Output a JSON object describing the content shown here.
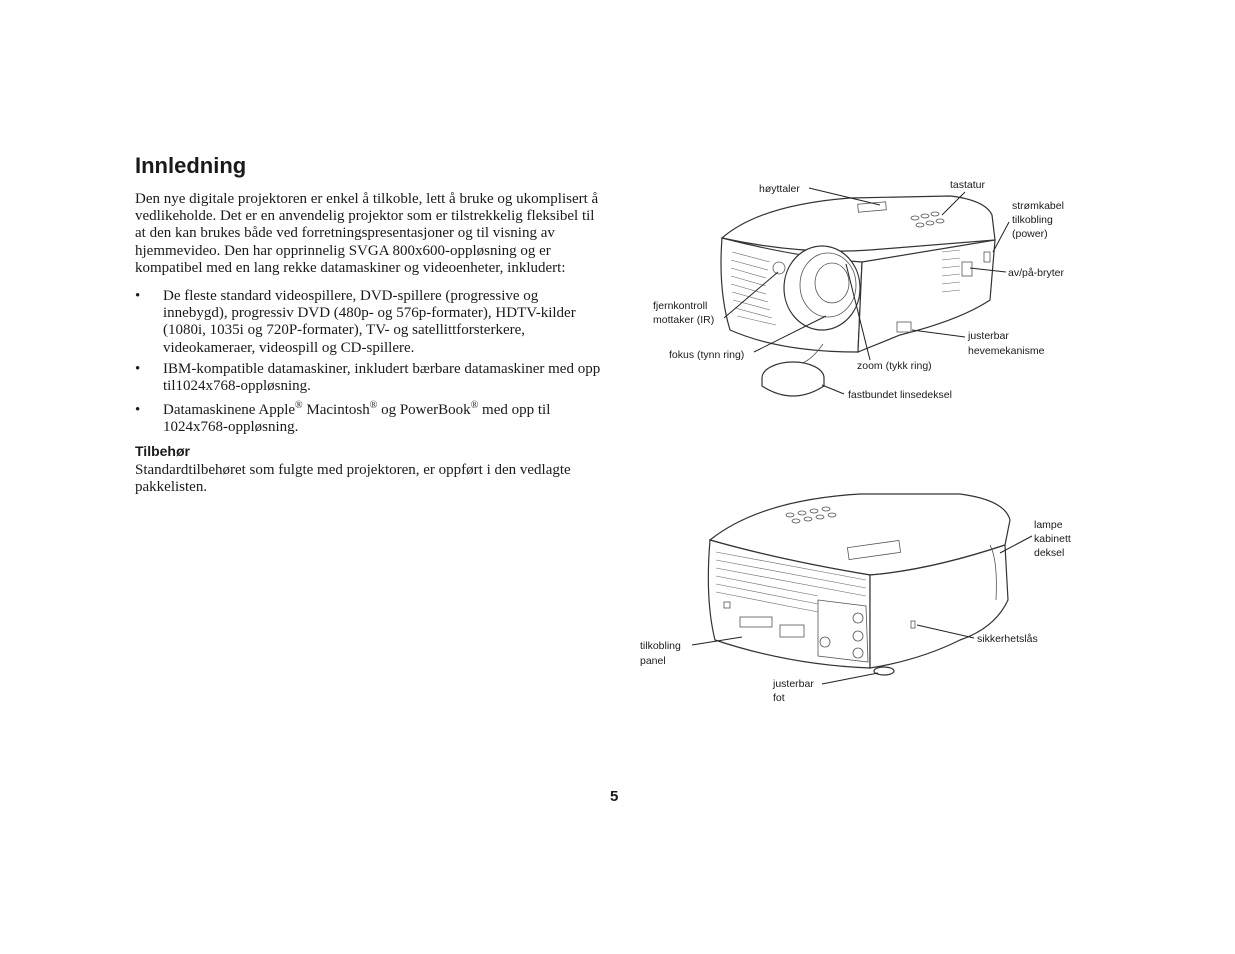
{
  "page": {
    "title": "Innledning",
    "intro": "Den nye digitale projektoren er enkel å tilkoble, lett å bruke og ukomplisert å vedlikeholde. Det er en anvendelig projektor som er tilstrekkelig fleksibel til at den kan brukes både ved forretningspresentasjoner og til visning av hjemmevideo. Den har opprinnelig SVGA 800x600-oppløsning og er kompatibel med en lang rekke datamaskiner og videoenheter, inkludert:",
    "bullet_char": "•",
    "bullets": [
      "De fleste standard videospillere, DVD-spillere (progressive og innebygd), progressiv DVD (480p- og 576p-formater), HDTV-kilder (1080i, 1035i og 720P-formater), TV- og satellittforsterkere, videokameraer, videospill og CD-spillere.",
      "IBM-kompatible datamaskiner, inkludert bærbare datamaskiner med opp til1024x768-oppløsning."
    ],
    "bullet3": {
      "part1": "Datamaskinene Apple",
      "reg": "®",
      "part2": " Macintosh",
      "part3": " og PowerBook",
      "part4": " med opp til 1024x768-oppløsning."
    },
    "subheading": "Tilbehør",
    "accessories_text": "Standardtilbehøret som fulgte med projektoren, er oppført i den vedlagte pakkelisten.",
    "page_number": "5"
  },
  "figure_front": {
    "labels": {
      "speaker": "høyttaler",
      "keypad": "tastatur",
      "power_cord_1": "strømkabel",
      "power_cord_2": "tilkobling",
      "power_cord_3": "(power)",
      "switch": "av/på-bryter",
      "remote_1": "fjernkontroll",
      "remote_2": "mottaker (IR)",
      "elevator_1": "justerbar",
      "elevator_2": "hevemekanisme",
      "focus": "fokus (tynn ring)",
      "zoom": "zoom (tykk ring)",
      "lens_cap": "fastbundet linsedeksel"
    }
  },
  "figure_back": {
    "labels": {
      "lamp_1": "lampe",
      "lamp_2": "kabinett",
      "lamp_3": "deksel",
      "lock": "sikkerhetslås",
      "panel_1": "tilkobling",
      "panel_2": "panel",
      "foot_1": "justerbar",
      "foot_2": "fot"
    }
  }
}
